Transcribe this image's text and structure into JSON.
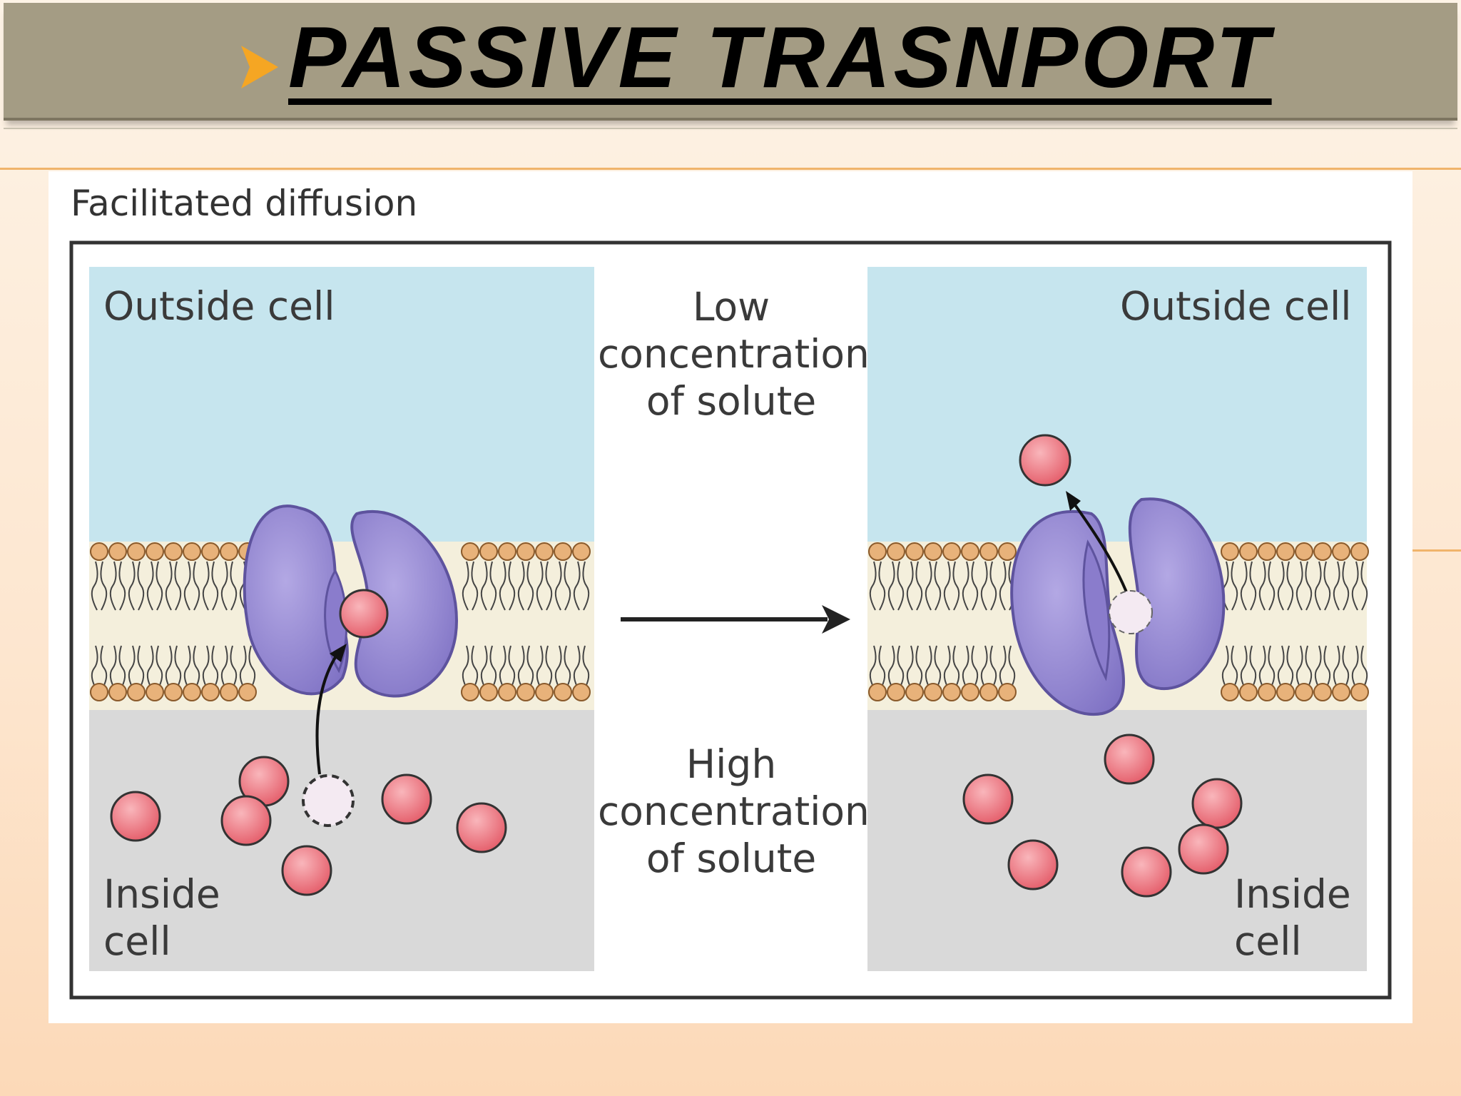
{
  "slide": {
    "title": "PASSIVE TRASNPORT",
    "colors": {
      "title_bar": "#a49c84",
      "bullet_arrow": "#f5a623",
      "background": "#fde6cf"
    }
  },
  "figure": {
    "heading": "Facilitated diffusion",
    "left_panel": {
      "outside_label": "Outside cell",
      "inside_label": "Inside\ncell"
    },
    "right_panel": {
      "outside_label": "Outside cell",
      "inside_label": "Inside\ncell"
    },
    "center": {
      "low_label": "Low\nconcentration\nof solute",
      "high_label": "High\nconcentration\nof solute"
    },
    "colors": {
      "outside": "#c6e5ee",
      "inside": "#d9d9d9",
      "protein": "#9f93d8",
      "solute": "#ee7d86",
      "membrane_head": "#e8b27a"
    }
  }
}
